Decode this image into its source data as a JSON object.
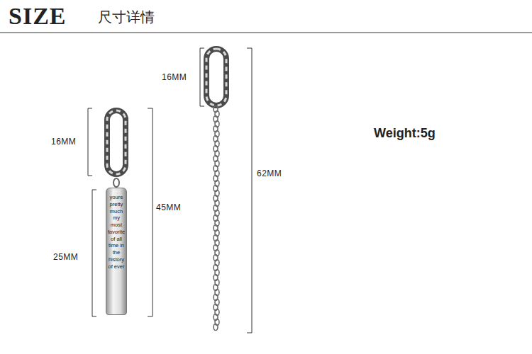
{
  "diagram": {
    "title": "SIZE",
    "nodes": [
      {
        "text": [
          "youre pretty much my most favorite of all time in the history of ever"
        ]
      }
    ],
    "labels": [
      "尺寸详情",
      "16MM",
      "16MM",
      "45MM",
      "25MM",
      "62MM",
      "Weight:5g"
    ]
  }
}
